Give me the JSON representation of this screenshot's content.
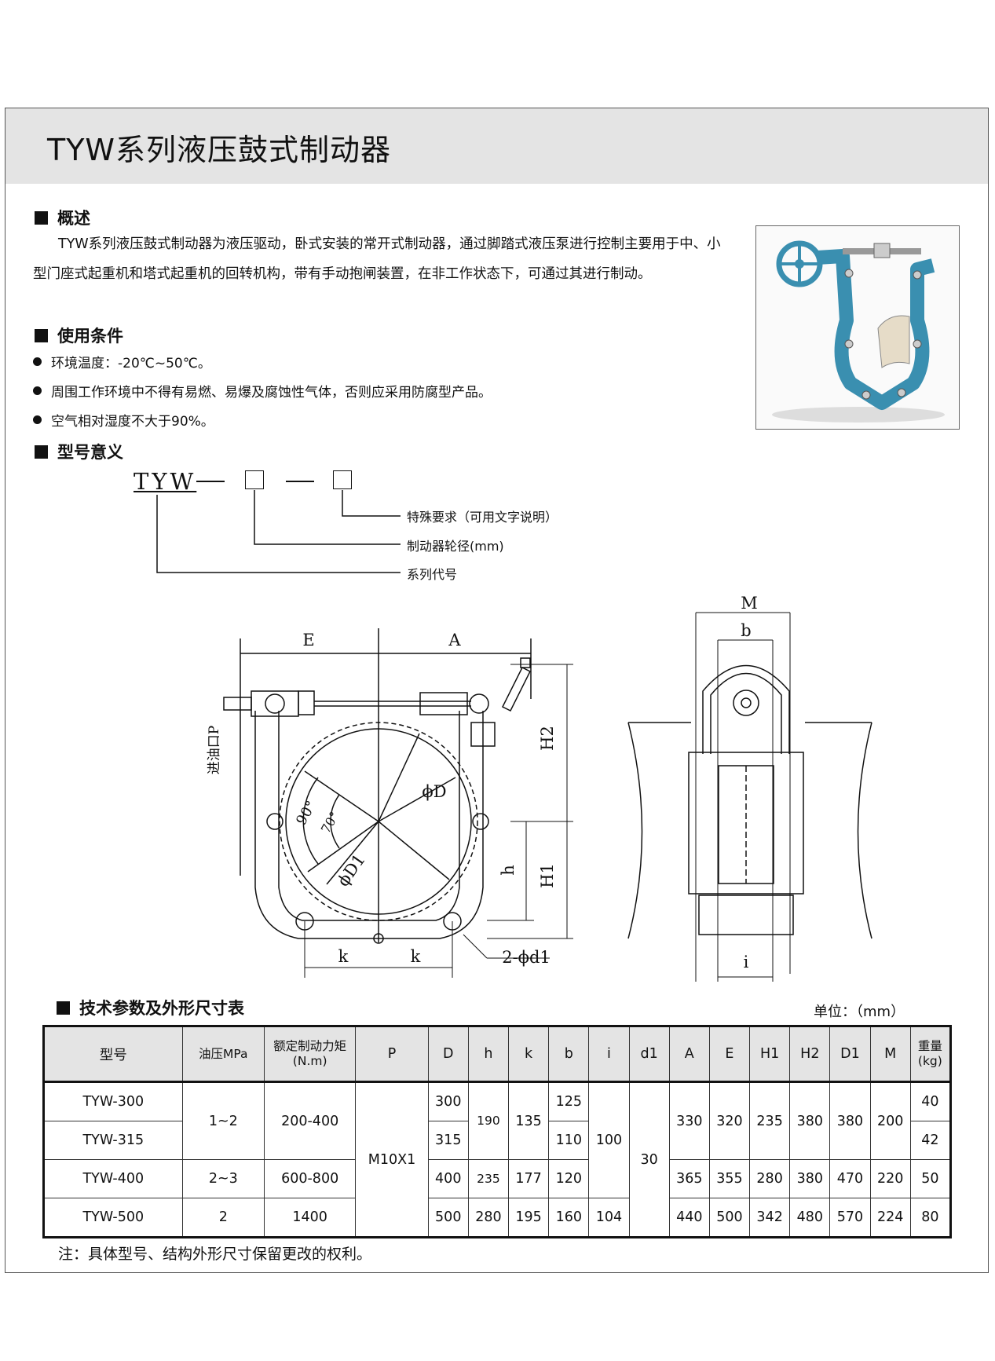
{
  "title": "TYW系列液压鼓式制动器",
  "overview": {
    "heading": "概述",
    "text": "TYW系列液压鼓式制动器为液压驱动，卧式安装的常开式制动器，通过脚踏式液压泵进行控制主要用于中、小型门座式起重机和塔式起重机的回转机构，带有手动抱闸装置，在非工作状态下，可通过其进行制动。"
  },
  "conditions": {
    "heading": "使用条件",
    "items": [
      "环境温度：-20℃~50℃。",
      "周围工作环境中不得有易燃、易爆及腐蚀性气体，否则应采用防腐型产品。",
      "空气相对湿度不大于90%。"
    ]
  },
  "model_meaning": {
    "heading": "型号意义",
    "code": "TYW",
    "labels": [
      "特殊要求（可用文字说明）",
      "制动器轮径(mm)",
      "系列代号"
    ]
  },
  "drawing_labels": {
    "E": "E",
    "A": "A",
    "H2": "H2",
    "H1": "H1",
    "h": "h",
    "k1": "k",
    "k2": "k",
    "d1": "2-ϕd1",
    "D": "ϕD",
    "D1": "ϕD1",
    "ang90": "90°",
    "ang70": "70°",
    "port": "进油口P",
    "M": "M",
    "b": "b",
    "i": "i"
  },
  "table": {
    "heading": "技术参数及外形尺寸表",
    "unit": "单位：（mm）",
    "headers": [
      "型号",
      "油压MPa",
      "额定制动力矩(N.m)",
      "P",
      "D",
      "h",
      "k",
      "b",
      "i",
      "d1",
      "A",
      "E",
      "H1",
      "H2",
      "D1",
      "M",
      "重量(kg)"
    ],
    "rows": [
      {
        "model": "TYW-300",
        "D": "300",
        "b": "125",
        "weight": "40"
      },
      {
        "model": "TYW-315",
        "D": "315",
        "b": "110",
        "weight": "42"
      },
      {
        "model": "TYW-400",
        "D": "400",
        "b": "120",
        "weight": "50"
      },
      {
        "model": "TYW-500",
        "D": "500",
        "b": "160",
        "weight": "80"
      }
    ],
    "merged": {
      "pressure_1": "1~2",
      "torque_1": "200-400",
      "h_1": "190",
      "k_1": "135",
      "i_1": "100",
      "A_1": "330",
      "E_1": "320",
      "H1_1": "235",
      "H2_1": "380",
      "D1_1": "380",
      "M_1": "200",
      "P": "M10X1",
      "d1": "30",
      "pressure_3": "2~3",
      "torque_3": "600-800",
      "h_3": "235",
      "k_3": "177",
      "A_3": "365",
      "E_3": "355",
      "H1_3": "280",
      "H2_3": "380",
      "D1_3": "470",
      "M_3": "220",
      "pressure_4": "2",
      "torque_4": "1400",
      "h_4": "280",
      "k_4": "195",
      "i_4": "104",
      "A_4": "440",
      "E_4": "500",
      "H1_4": "342",
      "H2_4": "480",
      "D1_4": "570",
      "M_4": "224"
    }
  },
  "note": "注：具体型号、结构外形尺寸保留更改的权利。",
  "colors": {
    "title_bar": "#e4e4e4",
    "brake_body": "#3a8fb0"
  }
}
